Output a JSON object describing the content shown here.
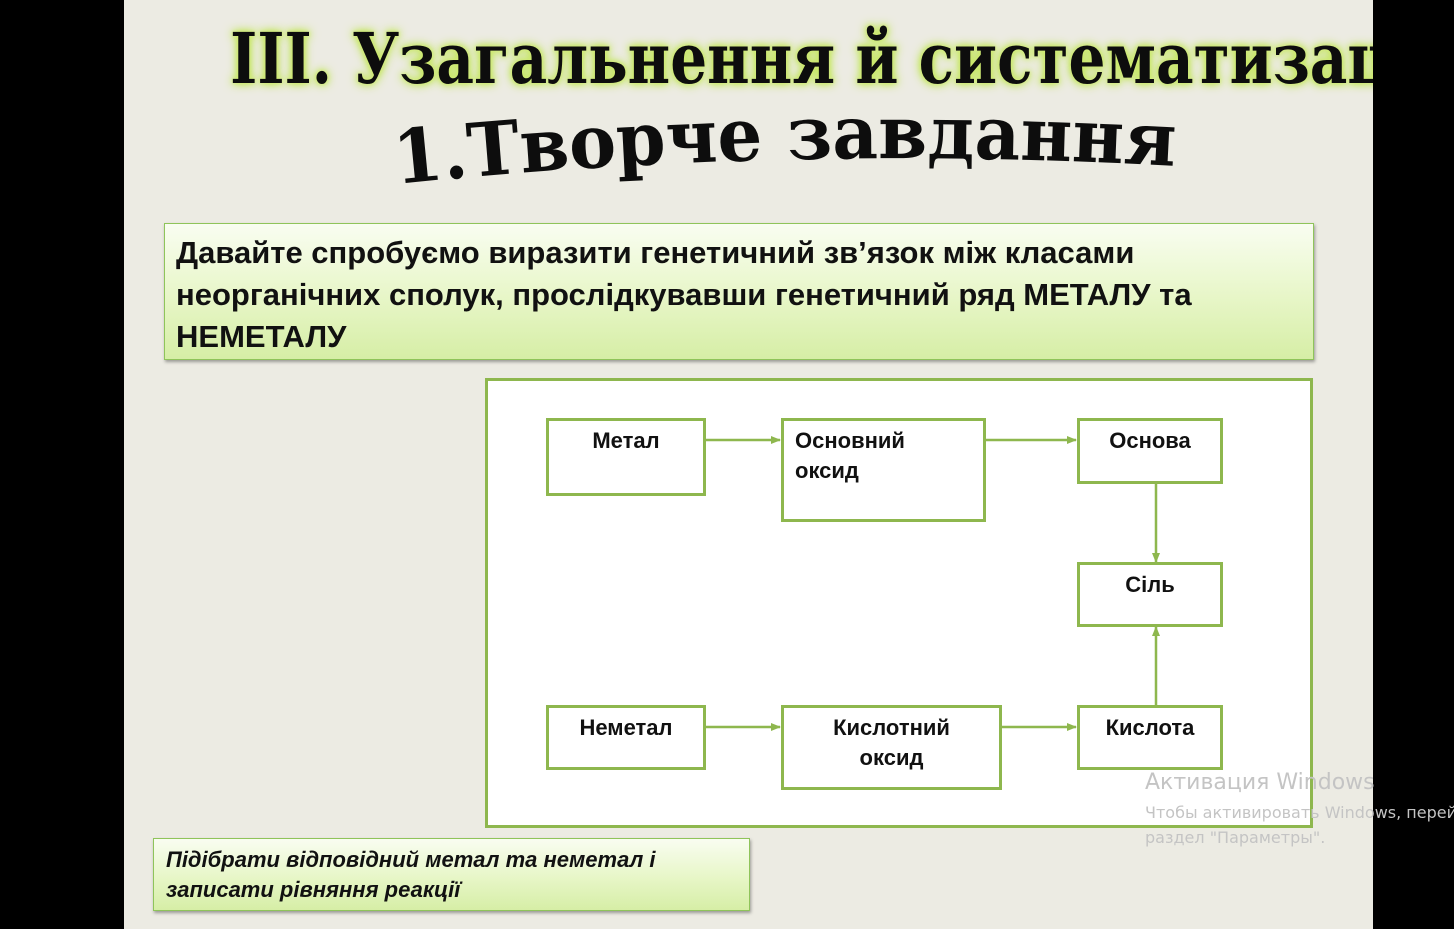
{
  "slide": {
    "title": "ІІІ. Узагальнення й систематизація знань",
    "subtitle": "1.Творче завдання",
    "task_text": "Давайте спробуємо виразити генетичний зв’язок між класами неорганічних сполук, прослідкувавши генетичний ряд МЕТАЛУ та НЕМЕТАЛУ",
    "hint_line1": "Підібрати відповідний метал та неметал і",
    "hint_line2": "записати рівняння реакції",
    "colors": {
      "slide_background": "#ecebe3",
      "title_glow": "#c2e653",
      "box_border": "#8eb74e",
      "box_fill_top": "#f9fdf1",
      "box_fill_bottom": "#d6eea6"
    }
  },
  "diagram": {
    "metal": "Метал",
    "basic_oxide_1": "Основний",
    "basic_oxide_2": "оксид",
    "base": "Основа",
    "salt": "Сіль",
    "nonmetal": "Неметал",
    "acid_oxide_1": "Кислотний",
    "acid_oxide_2": "оксид",
    "acid": "Кислота"
  },
  "watermark": {
    "title": "Активация Windows",
    "line1": "Чтобы активировать Windows, перейдите в",
    "line2": "раздел \"Параметры\"."
  }
}
